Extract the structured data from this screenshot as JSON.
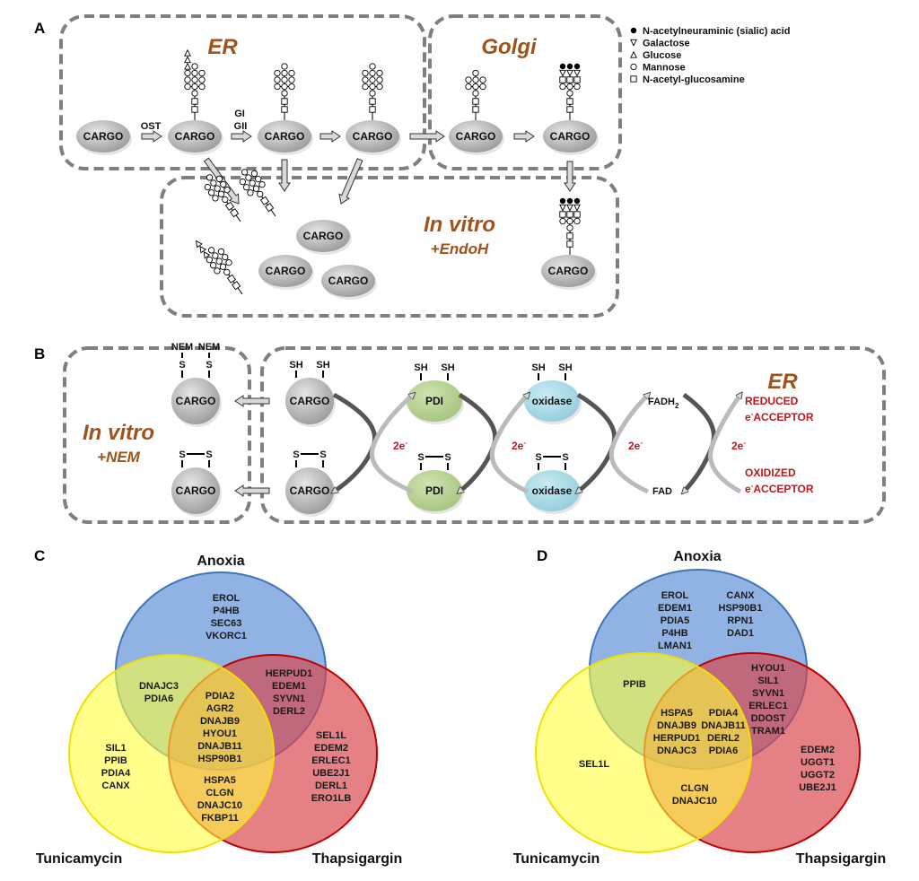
{
  "panel_a": {
    "label": "A",
    "er_title": "ER",
    "golgi_title": "Golgi",
    "invitro_title": "In vitro",
    "invitro_sub": "+EndoH",
    "cargo": "CARGO",
    "ost": "OST",
    "gi": "GI",
    "gii": "GII",
    "legend": [
      {
        "symbol": "filled-circle",
        "label": "N-acetylneuraminic (sialic) acid"
      },
      {
        "symbol": "down-triangle",
        "label": "Galactose"
      },
      {
        "symbol": "up-triangle",
        "label": "Glucose"
      },
      {
        "symbol": "circle",
        "label": "Mannose"
      },
      {
        "symbol": "square",
        "label": "N-acetyl-glucosamine"
      }
    ]
  },
  "panel_b": {
    "label": "B",
    "er_title": "ER",
    "invitro_title": "In vitro",
    "invitro_sub": "+NEM",
    "cargo": "CARGO",
    "pdi": "PDI",
    "oxidase": "oxidase",
    "nem": "NEM",
    "s": "S",
    "sh": "SH",
    "fadh2": "FADH",
    "fadh2_sub": "2",
    "fad": "FAD",
    "two_e": "2e",
    "e_sup": "-",
    "reduced": "REDUCED",
    "oxidized": "OXIDIZED",
    "acceptor_e": "e",
    "acceptor": "ACCEPTOR",
    "colors": {
      "pdi": "#b5cf8f",
      "oxidase": "#a9dbe6",
      "cargo": "#b8b8b8",
      "accent": "#c0161d"
    }
  },
  "panel_c": {
    "label": "C",
    "sets": [
      "Anoxia",
      "Tunicamycin",
      "Thapsigargin"
    ],
    "regions": {
      "anoxia_only": [
        "EROL",
        "P4HB",
        "SEC63",
        "VKORC1"
      ],
      "anoxia_tunicamycin": [
        "DNAJC3",
        "PDIA6"
      ],
      "all_three": [
        "PDIA2",
        "AGR2",
        "DNAJB9",
        "HYOU1",
        "DNAJB11",
        "HSP90B1"
      ],
      "anoxia_thapsigargin": [
        "HERPUD1",
        "EDEM1",
        "SYVN1",
        "DERL2"
      ],
      "tunicamycin_only": [
        "SIL1",
        "PPIB",
        "PDIA4",
        "CANX"
      ],
      "tunicamycin_thapsigargin": [
        "HSPA5",
        "CLGN",
        "DNAJC10",
        "FKBP11"
      ],
      "thapsigargin_only": [
        "SEL1L",
        "EDEM2",
        "ERLEC1",
        "UBE2J1",
        "DERL1",
        "ERO1LB"
      ]
    }
  },
  "panel_d": {
    "label": "D",
    "sets": [
      "Anoxia",
      "Tunicamycin",
      "Thapsigargin"
    ],
    "regions": {
      "anoxia_only_a": [
        "EROL",
        "EDEM1",
        "PDIA5",
        "P4HB",
        "LMAN1"
      ],
      "anoxia_only_b": [
        "CANX",
        "HSP90B1",
        "RPN1",
        "DAD1"
      ],
      "anoxia_tunicamycin": [
        "PPIB"
      ],
      "all_three_a": [
        "HSPA5",
        "DNAJB9",
        "HERPUD1",
        "DNAJC3"
      ],
      "all_three_b": [
        "PDIA4",
        "DNAJB11",
        "DERL2",
        "PDIA6"
      ],
      "anoxia_thapsigargin": [
        "HYOU1",
        "SIL1",
        "SYVN1",
        "ERLEC1",
        "DDOST",
        "TRAM1"
      ],
      "tunicamycin_only": [
        "SEL1L"
      ],
      "tunicamycin_thapsigargin": [
        "CLGN",
        "DNAJC10"
      ],
      "thapsigargin_only": [
        "EDEM2",
        "UGGT1",
        "UGGT2",
        "UBE2J1"
      ]
    }
  },
  "venn_colors": {
    "anoxia": "#5b8fd6",
    "tunicamycin": "#ffff3c",
    "thapsigargin": "#d9454b"
  }
}
